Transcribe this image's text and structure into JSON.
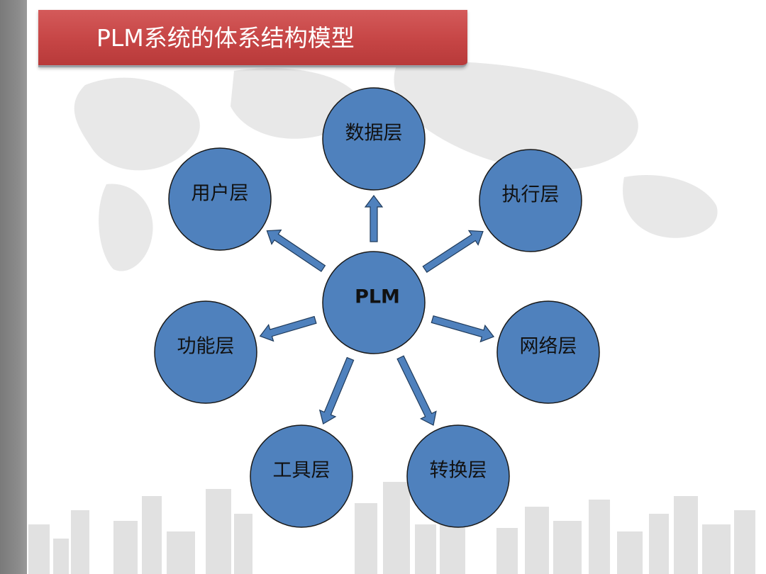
{
  "title": "PLM系统的体系结构模型",
  "diagram": {
    "center": {
      "label": "PLM"
    },
    "nodes": [
      {
        "id": "data-layer",
        "label": "数据层"
      },
      {
        "id": "execution-layer",
        "label": "执行层"
      },
      {
        "id": "network-layer",
        "label": "网络层"
      },
      {
        "id": "conversion-layer",
        "label": "转换层"
      },
      {
        "id": "tool-layer",
        "label": "工具层"
      },
      {
        "id": "function-layer",
        "label": "功能层"
      },
      {
        "id": "user-layer",
        "label": "用户层"
      }
    ],
    "colors": {
      "node_fill": "#4f81bd",
      "node_stroke": "#1a1a1a",
      "title_bar": "#c64545",
      "sidebar": "#8c8c8c"
    }
  }
}
